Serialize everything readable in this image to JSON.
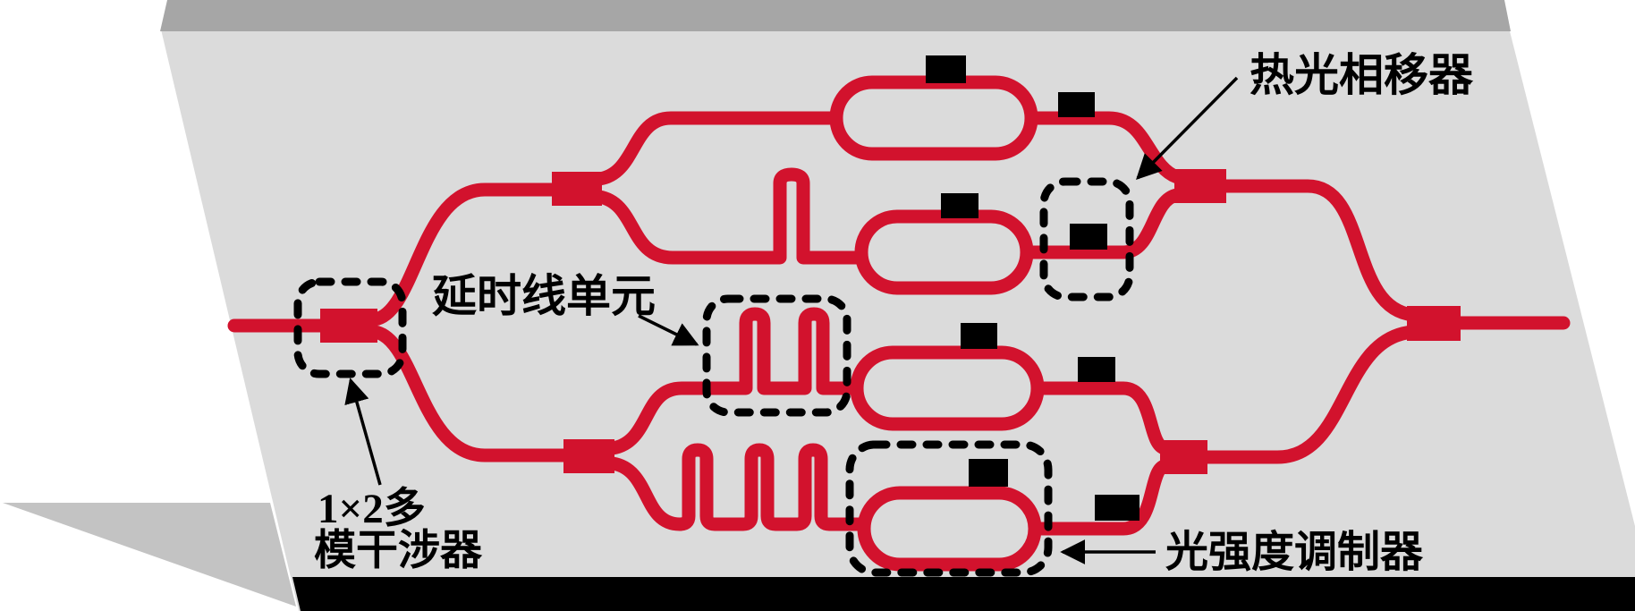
{
  "labels": {
    "thermo_optic_phase_shifter": "热光相移器",
    "delay_line_unit": "延时线单元",
    "mmi_1x2_line1": "1×2多",
    "mmi_1x2_line2": "模干涉器",
    "intensity_modulator": "光强度调制器"
  },
  "colors": {
    "waveguide": "#d2122d",
    "chip_surface": "#dbdbdb",
    "chip_top_edge": "#a6a6a6",
    "chip_bottom_edge": "#000000",
    "shadow": "#c3c3c3",
    "electrode": "#000000",
    "annotation": "#000000",
    "background": "#ffffff"
  }
}
